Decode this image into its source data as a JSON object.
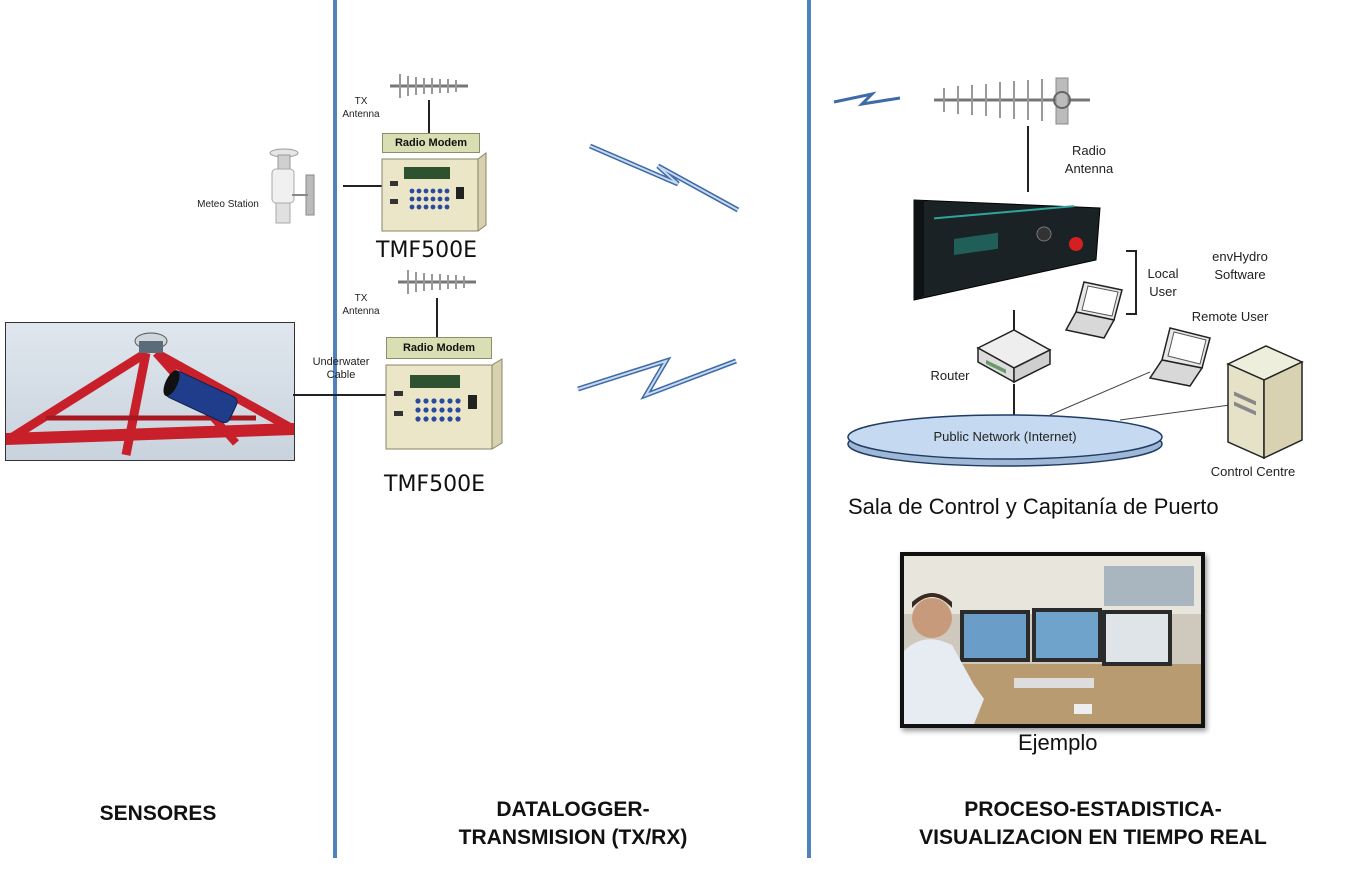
{
  "labels": {
    "tx_antenna_1": "TX\nAntenna",
    "tx_antenna_2": "TX\nAntenna",
    "meteo_station": "Meteo Station",
    "radio_modem_1": "Radio Modem",
    "radio_modem_2": "Radio Modem",
    "tmf_1": "TMF500E",
    "tmf_2": "TMF500E",
    "underwater_cable": "Underwater\nCable",
    "radio_antenna": "Radio\nAntenna",
    "envhydro": "envHydro\nSoftware",
    "local_user": "Local\nUser",
    "remote_user": "Remote User",
    "router": "Router",
    "public_network": "Public Network (Internet)",
    "control_centre": "Control Centre",
    "sala_control": "Sala de Control y Capitanía de Puerto",
    "ejemplo": "Ejemplo"
  },
  "sections": {
    "sensores": "SENSORES",
    "datalogger": "DATALOGGER-\nTRANSMISION (TX/RX)",
    "proceso": "PROCESO-ESTADISTICA-\nVISUALIZACION EN TIEMPO REAL"
  },
  "colors": {
    "divider": "#4f81bd",
    "network_ellipse": "#c5d9f1",
    "modem_label": "#d9dfb3",
    "modem_body": "#ece6c8",
    "frame_red": "#c8202a"
  }
}
